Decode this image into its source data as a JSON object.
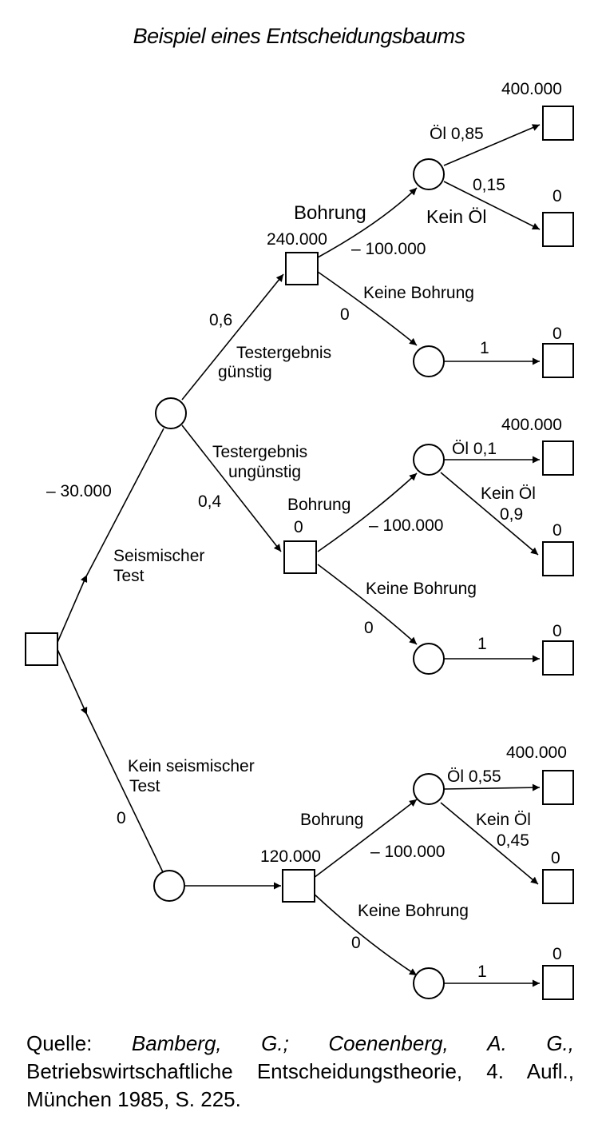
{
  "title": "Beispiel eines Entscheidungsbaums",
  "labels": {
    "test_cost": "– 30.000",
    "test_label_1": "Seismischer",
    "test_label_2": "Test",
    "notest_label_1": "Kein seismischer",
    "notest_label_2": "Test",
    "notest_value": "0",
    "p_fav": "0,6",
    "fav_label_1": "Testergebnis",
    "fav_label_2": "günstig",
    "p_unfav": "0,4",
    "unfav_label_1": "Testergebnis",
    "unfav_label_2": "ungünstig",
    "fav_value": "240.000",
    "fav_drill": "Bohrung",
    "fav_drill_cost": "– 100.000",
    "fav_nodrill": "Keine Bohrung",
    "fav_nodrill_value": "0",
    "fav_oil": "Öl 0,85",
    "fav_nooil_p": "0,15",
    "fav_nooil": "Kein Öl",
    "fav_out_oil": "400.000",
    "fav_out_nooil": "0",
    "fav_nodrill_p": "1",
    "fav_out_nodrill": "0",
    "unfav_drill": "Bohrung",
    "unfav_value": "0",
    "unfav_drill_cost": "– 100.000",
    "unfav_nodrill": "Keine Bohrung",
    "unfav_nodrill_value": "0",
    "unfav_oil": "Öl 0,1",
    "unfav_nooil": "Kein Öl",
    "unfav_nooil_p": "0,9",
    "unfav_out_oil": "400.000",
    "unfav_out_nooil": "0",
    "unfav_nodrill_p": "1",
    "unfav_out_nodrill": "0",
    "nt_value": "120.000",
    "nt_drill": "Bohrung",
    "nt_drill_cost": "– 100.000",
    "nt_nodrill": "Keine Bohrung",
    "nt_nodrill_value": "0",
    "nt_oil": "Öl 0,55",
    "nt_nooil": "Kein Öl",
    "nt_nooil_p": "0,45",
    "nt_out_oil": "400.000",
    "nt_out_nooil": "0",
    "nt_nodrill_p": "1",
    "nt_out_nodrill": "0"
  },
  "source": {
    "prefix": "Quelle: ",
    "authors": "Bamberg, G.; Coenenberg, A. G.,",
    "rest": " Betriebswirtschaftliche Entscheidungstheorie, 4. Aufl., München 1985, S. 225."
  }
}
